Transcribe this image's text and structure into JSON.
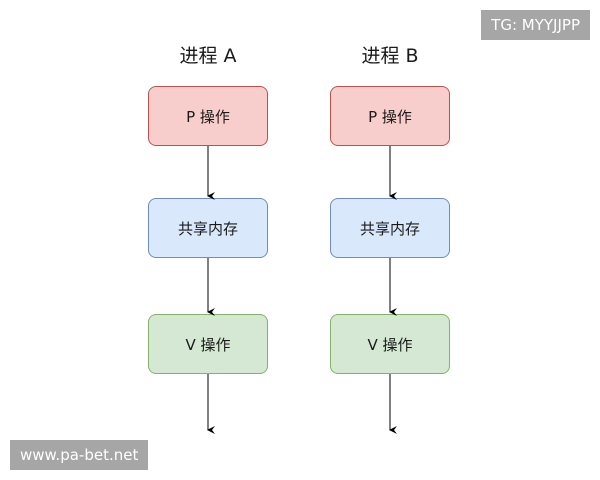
{
  "processes": [
    {
      "title": "进程 A",
      "steps": [
        "P 操作",
        "共享内存",
        "V 操作"
      ]
    },
    {
      "title": "进程 B",
      "steps": [
        "P 操作",
        "共享内存",
        "V 操作"
      ]
    }
  ],
  "colors": {
    "p_fill": "#f8cecc",
    "p_stroke": "#b85450",
    "s_fill": "#dae8fc",
    "s_stroke": "#6c8ebf",
    "v_fill": "#d5e8d4",
    "v_stroke": "#82b366",
    "arrow": "#000000"
  },
  "watermarks": {
    "tg": "TG: MYYJJPP",
    "site": "www.pa-bet.net"
  }
}
